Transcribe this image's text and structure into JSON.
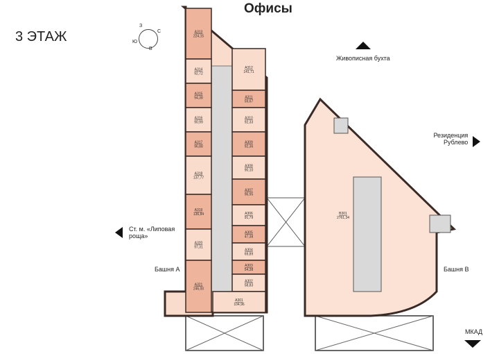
{
  "title": "Офисы",
  "floor": "3 ЭТАЖ",
  "compass": {
    "n": "З",
    "e": "С",
    "s": "В",
    "w": "Ю"
  },
  "landmarks": {
    "bay": "Живописная бухта",
    "residence_1": "Резиденция",
    "residence_2": "Рублево",
    "metro_1": "Ст. м. «Липовая",
    "metro_2": "роща»",
    "tower_a": "Башня А",
    "tower_b": "Башня В",
    "mkad": "МКАД"
  },
  "colors": {
    "dark_unit": "#eeb49c",
    "light_unit": "#f9dccc",
    "tower_b": "#fbe2d4",
    "core": "#d9d9d9",
    "wall": "#3a2a26"
  },
  "units": [
    {
      "id": "А313",
      "area": "224,15"
    },
    {
      "id": "А314",
      "area": "92,72"
    },
    {
      "id": "А315",
      "area": "94,38"
    },
    {
      "id": "А316",
      "area": "90,99"
    },
    {
      "id": "А317",
      "area": "96,88"
    },
    {
      "id": "А318",
      "area": "137,77"
    },
    {
      "id": "А319",
      "area": "136,84"
    },
    {
      "id": "А320",
      "area": "97,31"
    },
    {
      "id": "А321",
      "area": "246,00"
    },
    {
      "id": "А312",
      "area": "141,71"
    },
    {
      "id": "А311",
      "area": "59,67"
    },
    {
      "id": "А310",
      "area": "92,33"
    },
    {
      "id": "А309",
      "area": "92,36"
    },
    {
      "id": "А308",
      "area": "90,10"
    },
    {
      "id": "А307",
      "area": "96,95"
    },
    {
      "id": "А306",
      "area": "91,79"
    },
    {
      "id": "А305",
      "area": "47,38"
    },
    {
      "id": "А304",
      "area": "69,89"
    },
    {
      "id": "А303",
      "area": "54,38"
    },
    {
      "id": "А302",
      "area": "58,83"
    },
    {
      "id": "А301",
      "area": "104,96"
    },
    {
      "id": "В301",
      "area": "2761,34"
    }
  ]
}
